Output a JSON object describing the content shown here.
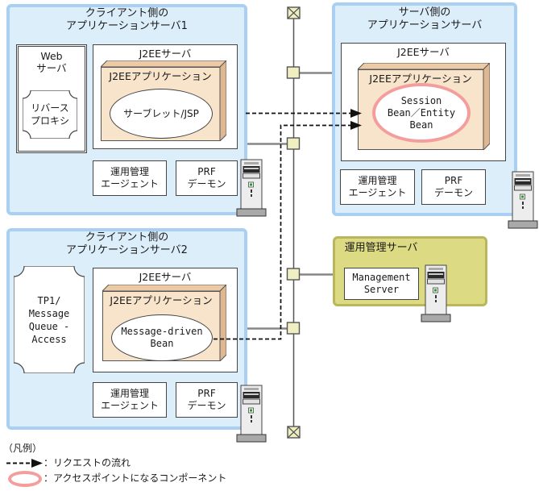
{
  "colors": {
    "panel_fill": "#ddeefb",
    "panel_border": "#a9cff2",
    "tan_front": "#f8e3cb",
    "tan_top": "#eccaa5",
    "tan_side": "#deb890",
    "olive_fill": "#dcda82",
    "olive_border": "#b9b65c",
    "pink": "#f49d9d",
    "node_fill": "#f0efc2",
    "line_gray": "#878787"
  },
  "client1": {
    "title": "クライアント側の\nアプリケーションサーバ1",
    "web_server_title": "Web\nサーバ",
    "reverse_proxy": "リバース\nプロキシ",
    "j2ee_title": "J2EEサーバ",
    "app_label": "J2EEアプリケーション",
    "component": "サーブレット/JSP",
    "agent": "運用管理\nエージェント",
    "prf": "PRF\nデーモン"
  },
  "client2": {
    "title": "クライアント側の\nアプリケーションサーバ2",
    "tp1": "TP1/\nMessage\nQueue -\nAccess",
    "j2ee_title": "J2EEサーバ",
    "app_label": "J2EEアプリケーション",
    "component": "Message-driven\nBean",
    "agent": "運用管理\nエージェント",
    "prf": "PRF\nデーモン"
  },
  "server": {
    "title": "サーバ側の\nアプリケーションサーバ",
    "j2ee_title": "J2EEサーバ",
    "app_label": "J2EEアプリケーション",
    "component": "Session\nBean／Entity\nBean",
    "agent": "運用管理\nエージェント",
    "prf": "PRF\nデーモン"
  },
  "management": {
    "title": "運用管理サーバ",
    "component": "Management\nServer"
  },
  "legend": {
    "heading": "（凡例）",
    "request_flow_label": "：リクエストの流れ",
    "access_point_label": "：アクセスポイントになるコンポーネント"
  }
}
